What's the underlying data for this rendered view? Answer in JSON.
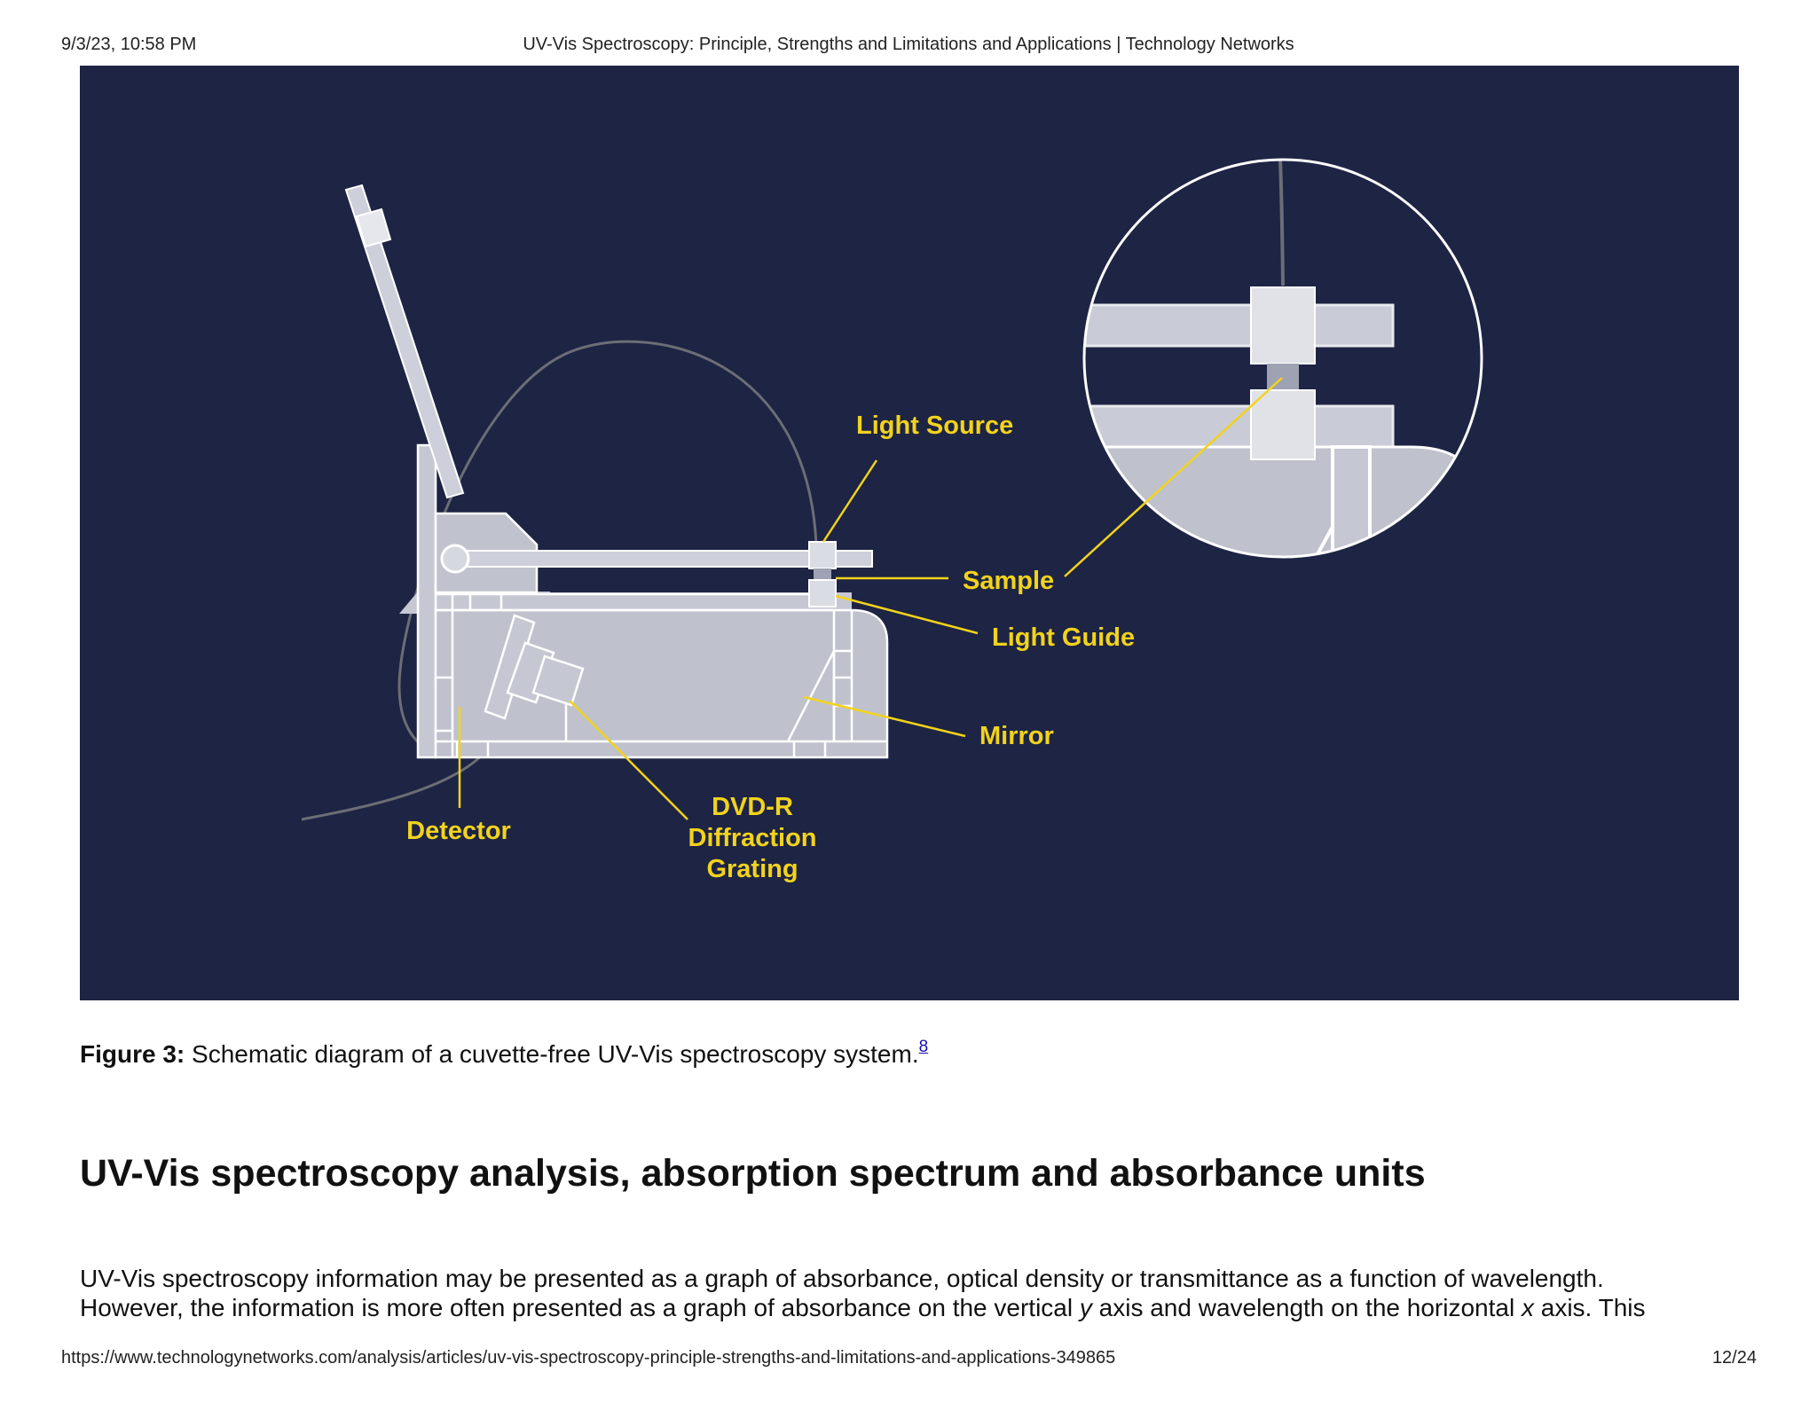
{
  "print_header": {
    "date": "9/3/23, 10:58 PM",
    "title": "UV-Vis Spectroscopy: Principle, Strengths and Limitations and Applications | Technology Networks"
  },
  "figure": {
    "background_color": "#1e2444",
    "label_color": "#f2d31c",
    "labels": {
      "light_source": "Light Source",
      "sample": "Sample",
      "light_guide": "Light Guide",
      "mirror": "Mirror",
      "detector": "Detector",
      "grating_line1": "DVD-R",
      "grating_line2": "Diffraction",
      "grating_line3": "Grating"
    }
  },
  "caption": {
    "label": "Figure 3:",
    "text": " Schematic diagram of a cuvette-free UV-Vis spectroscopy system.",
    "ref": "8"
  },
  "section": {
    "heading": "UV-Vis spectroscopy analysis, absorption spectrum and absorbance units",
    "paragraph": {
      "line1": "UV-Vis spectroscopy information may be presented as a graph of absorbance, optical density or transmittance as a function of wavelength.",
      "line2_a": "However, the information is more often presented as a graph of absorbance on the vertical ",
      "line2_y": "y",
      "line2_b": " axis and wavelength on the horizontal ",
      "line2_x": "x",
      "line2_c": " axis. This"
    }
  },
  "print_footer": {
    "url": "https://www.technologynetworks.com/analysis/articles/uv-vis-spectroscopy-principle-strengths-and-limitations-and-applications-349865",
    "page": "12/24"
  }
}
